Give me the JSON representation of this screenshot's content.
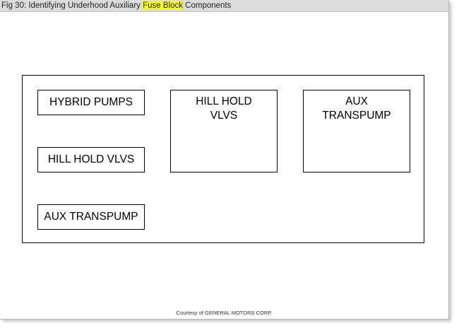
{
  "caption": {
    "prefix": "Fig 30: Identifying Underhood Auxiliary ",
    "highlight": "Fuse Block",
    "suffix": " Components",
    "highlight_color": "#ffff00"
  },
  "diagram": {
    "fuses": {
      "hybrid_pumps": "HYBRID PUMPS",
      "hill_hold_small": "HILL HOLD VLVS",
      "aux_transpump_small": "AUX TRANSPUMP",
      "hill_hold_large": [
        "HILL HOLD",
        "VLVS"
      ],
      "aux_transpump_large": [
        "AUX",
        "TRANSPUMP"
      ]
    }
  },
  "credit": "Courtesy of GENERAL MOTORS CORP."
}
